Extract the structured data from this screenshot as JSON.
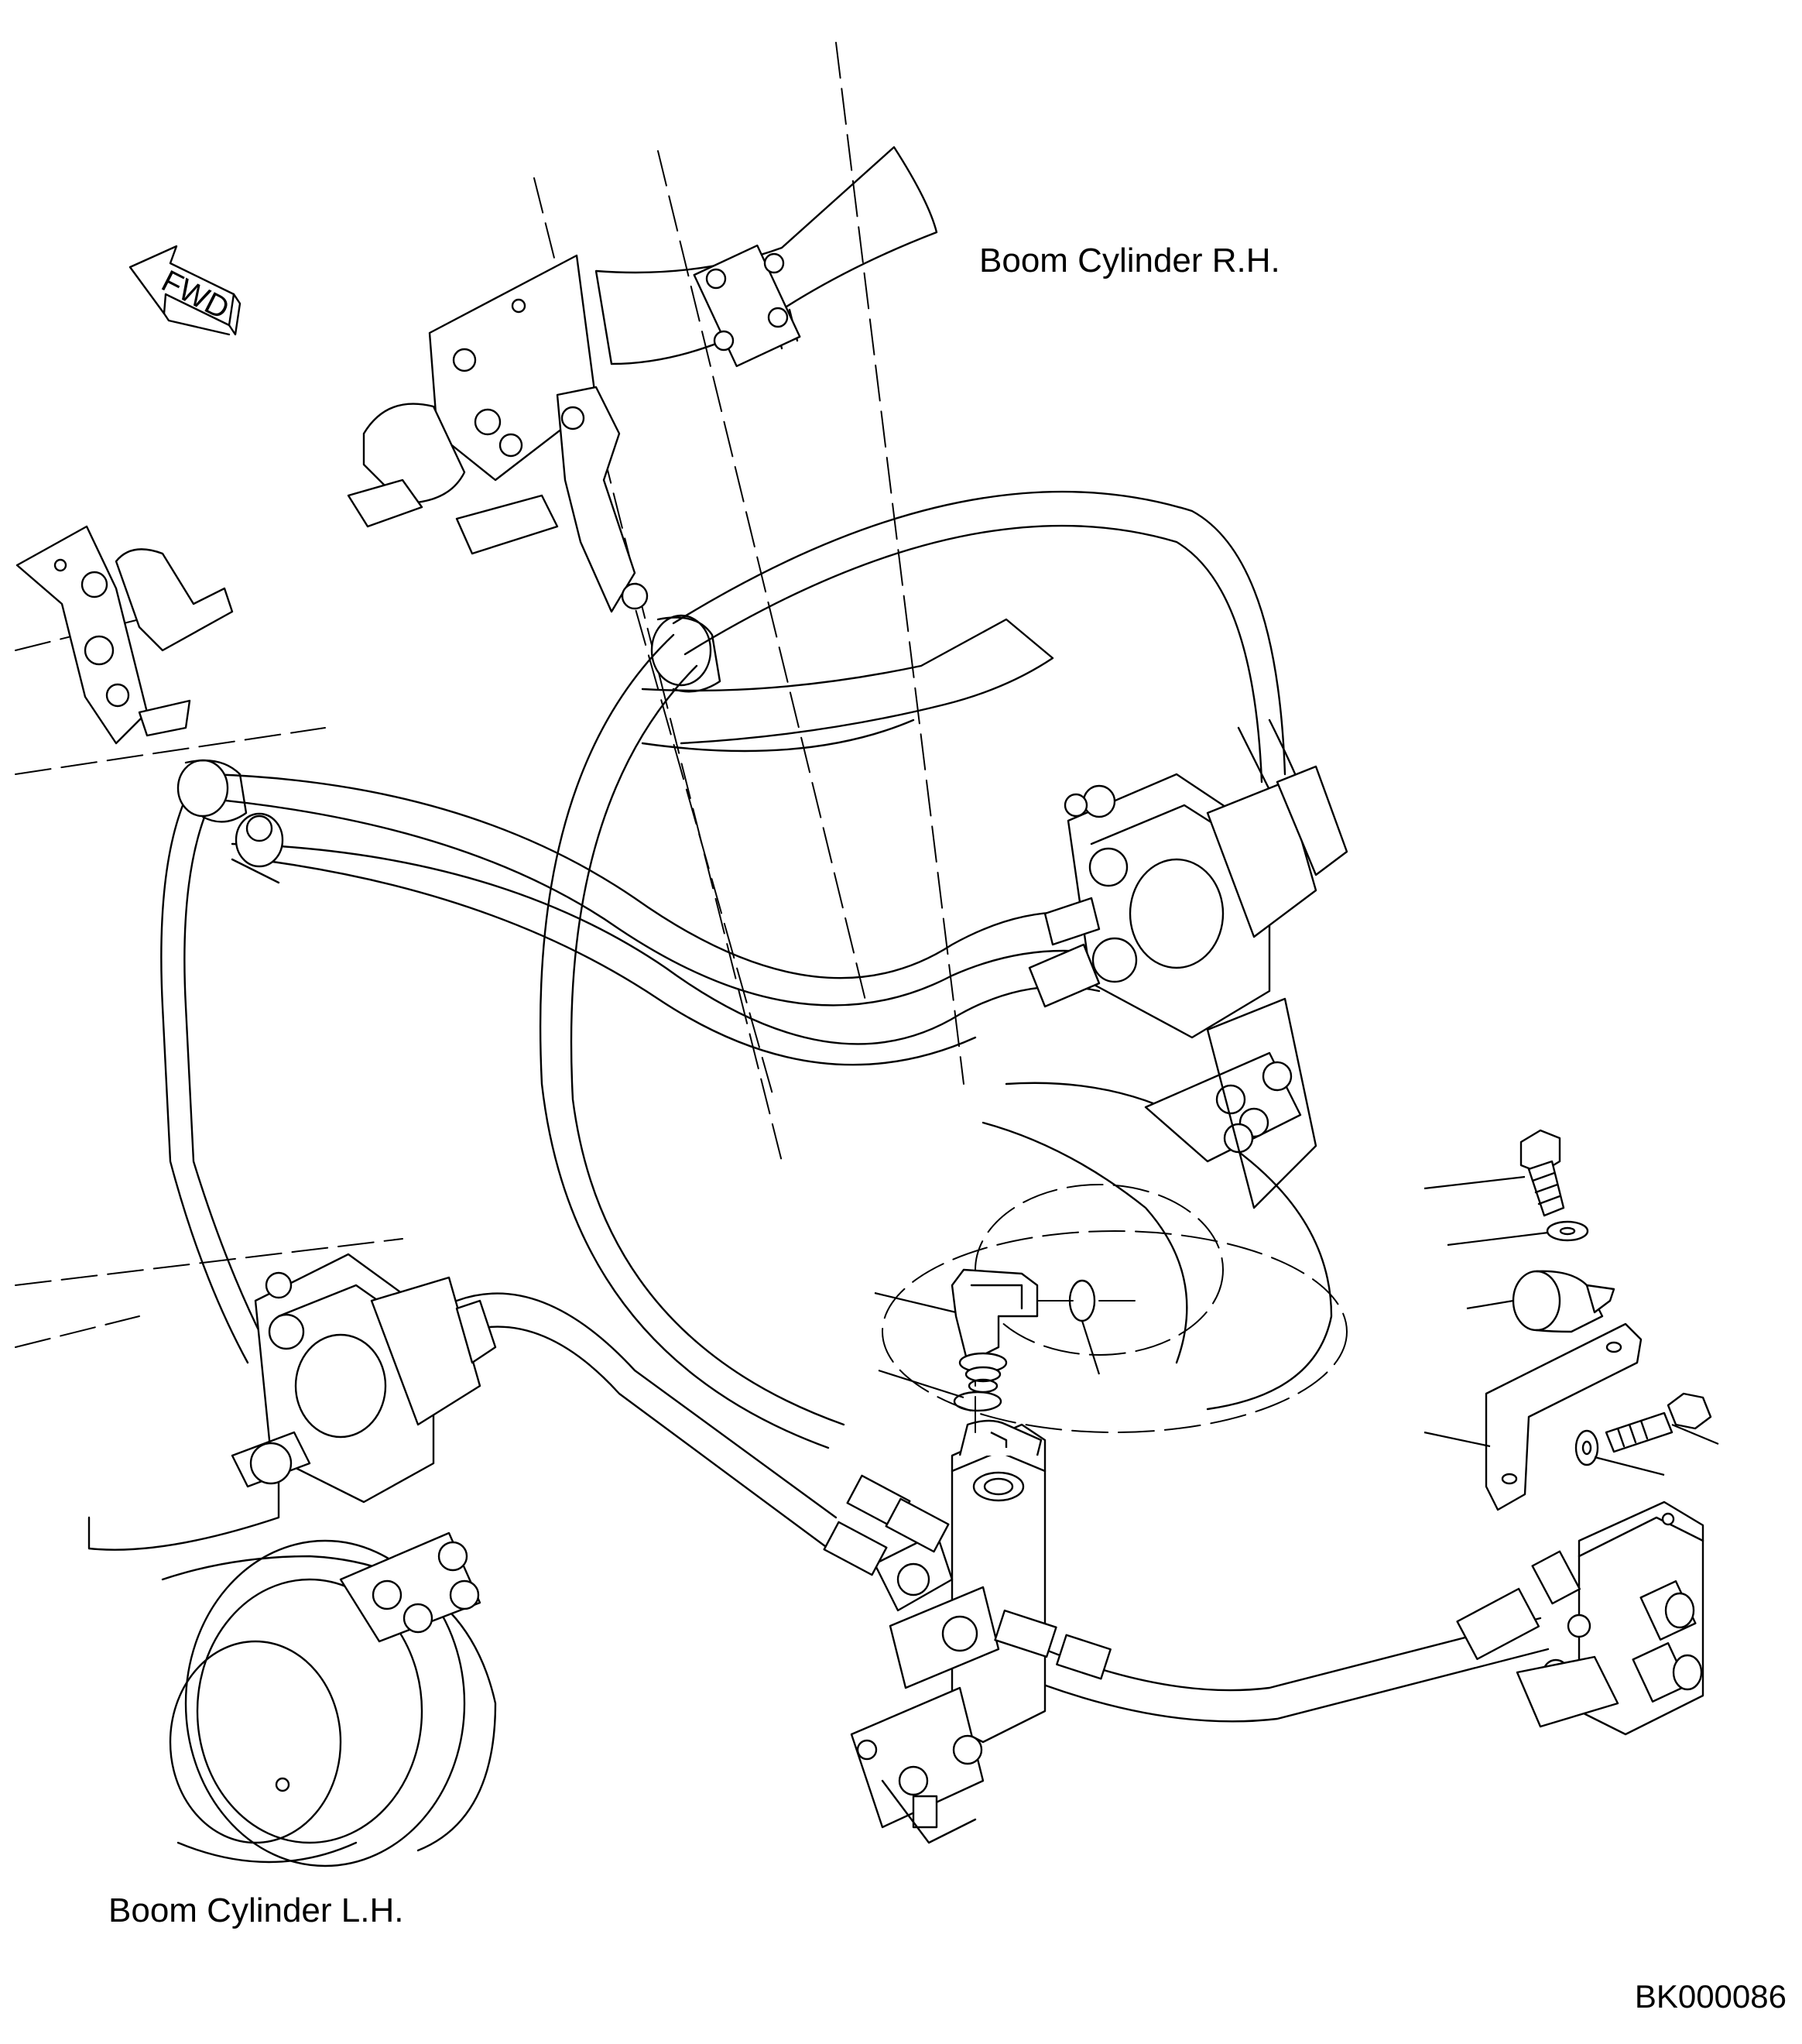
{
  "labels": {
    "boom_cylinder_rh": "Boom Cylinder R.H.",
    "boom_cylinder_lh": "Boom Cylinder L.H.",
    "forward_indicator": "FWD",
    "drawing_id": "BK000086"
  },
  "icons": {
    "forward_arrow": "fwd-arrow-icon"
  }
}
